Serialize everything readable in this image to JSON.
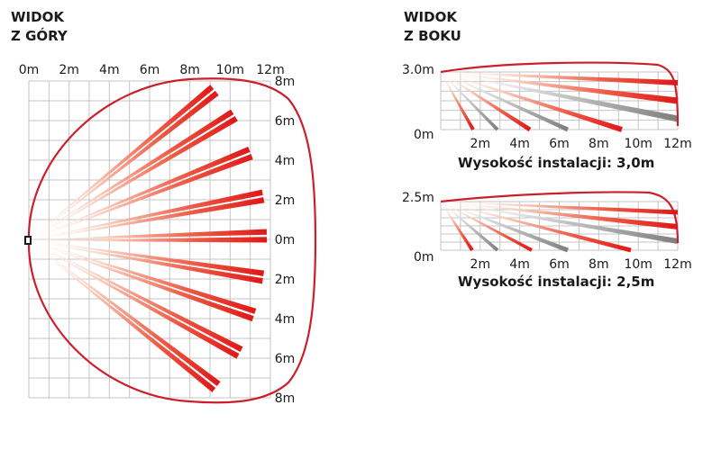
{
  "top_view": {
    "title_line1": "WIDOK",
    "title_line2": "Z GÓRY",
    "x_ticks": [
      "0m",
      "2m",
      "4m",
      "6m",
      "8m",
      "10m",
      "12m"
    ],
    "y_ticks": [
      "8m",
      "6m",
      "4m",
      "2m",
      "0m",
      "2m",
      "4m",
      "6m",
      "8m"
    ]
  },
  "side_view": {
    "title_line1": "WIDOK",
    "title_line2": "Z BOKU",
    "x_ticks": [
      "2m",
      "4m",
      "6m",
      "8m",
      "10m",
      "12m"
    ],
    "panel_1": {
      "top_label": "3.0m",
      "bottom_label": "0m",
      "caption": "Wysokość instalacji: 3,0m"
    },
    "panel_2": {
      "top_label": "2.5m",
      "bottom_label": "0m",
      "caption": "Wysokość instalacji: 2,5m"
    }
  },
  "colors": {
    "beam_red": "#e02020",
    "beam_pale": "#f6c6b4",
    "beam_grey": "#8a8a8a",
    "outline": "#cc1f2b",
    "grid": "#c4c4c4"
  }
}
